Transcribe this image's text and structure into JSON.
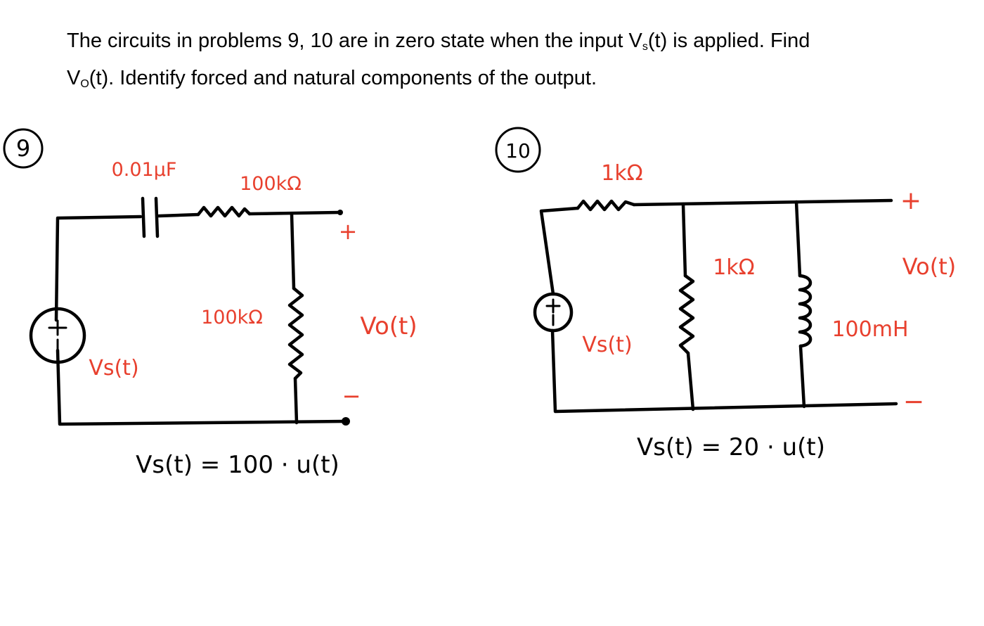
{
  "problem_text": {
    "line1_a": "The circuits in problems 9, 10 are in zero state when the input V",
    "line1_sub": "s",
    "line1_b": "(t) is applied. Find",
    "line2_a": "V",
    "line2_sub": "O",
    "line2_b": "(t). Identify forced and natural components of the output."
  },
  "circuit9": {
    "number": "9",
    "capacitor_label": "0.01μF",
    "series_resistor_label": "100kΩ",
    "shunt_resistor_label": "100kΩ",
    "source_label": "Vs(t)",
    "output_label": "Vo(t)",
    "plus": "+",
    "minus": "−",
    "equation": "Vs(t) = 100 · u(t)"
  },
  "circuit10": {
    "number": "10",
    "series_resistor_label": "1kΩ",
    "shunt_resistor_label": "1kΩ",
    "inductor_label": "100mH",
    "source_label": "Vs(t)",
    "output_label": "Vo(t)",
    "plus": "+",
    "minus": "−",
    "equation": "Vs(t) = 20 · u(t)"
  },
  "colors": {
    "handwriting_red": "#e8402e",
    "ink": "#000000"
  }
}
